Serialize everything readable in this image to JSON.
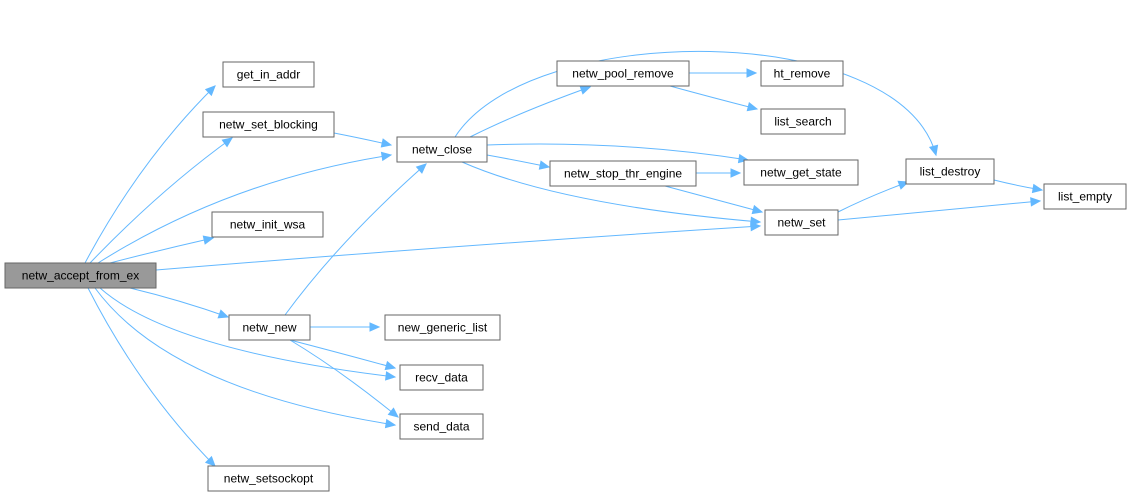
{
  "graph": {
    "colors": {
      "edge": "#63b8ff",
      "node_border": "#666666",
      "root_fill": "#999999",
      "node_fill": "#ffffff"
    },
    "nodes": [
      {
        "id": "netw_accept_from_ex",
        "label": "netw_accept_from_ex",
        "root": true
      },
      {
        "id": "get_in_addr",
        "label": "get_in_addr"
      },
      {
        "id": "netw_set_blocking",
        "label": "netw_set_blocking"
      },
      {
        "id": "netw_init_wsa",
        "label": "netw_init_wsa"
      },
      {
        "id": "netw_new",
        "label": "netw_new"
      },
      {
        "id": "netw_setsockopt",
        "label": "netw_setsockopt"
      },
      {
        "id": "netw_close",
        "label": "netw_close"
      },
      {
        "id": "new_generic_list",
        "label": "new_generic_list"
      },
      {
        "id": "recv_data",
        "label": "recv_data"
      },
      {
        "id": "send_data",
        "label": "send_data"
      },
      {
        "id": "netw_pool_remove",
        "label": "netw_pool_remove"
      },
      {
        "id": "netw_stop_thr_engine",
        "label": "netw_stop_thr_engine"
      },
      {
        "id": "ht_remove",
        "label": "ht_remove"
      },
      {
        "id": "list_search",
        "label": "list_search"
      },
      {
        "id": "netw_get_state",
        "label": "netw_get_state"
      },
      {
        "id": "netw_set",
        "label": "netw_set"
      },
      {
        "id": "list_destroy",
        "label": "list_destroy"
      },
      {
        "id": "list_empty",
        "label": "list_empty"
      }
    ],
    "edges": [
      {
        "from": "netw_accept_from_ex",
        "to": "get_in_addr"
      },
      {
        "from": "netw_accept_from_ex",
        "to": "netw_set_blocking"
      },
      {
        "from": "netw_accept_from_ex",
        "to": "netw_close"
      },
      {
        "from": "netw_accept_from_ex",
        "to": "netw_init_wsa"
      },
      {
        "from": "netw_accept_from_ex",
        "to": "netw_set"
      },
      {
        "from": "netw_accept_from_ex",
        "to": "netw_new"
      },
      {
        "from": "netw_accept_from_ex",
        "to": "recv_data"
      },
      {
        "from": "netw_accept_from_ex",
        "to": "send_data"
      },
      {
        "from": "netw_accept_from_ex",
        "to": "netw_setsockopt"
      },
      {
        "from": "netw_set_blocking",
        "to": "netw_close"
      },
      {
        "from": "netw_new",
        "to": "netw_close"
      },
      {
        "from": "netw_new",
        "to": "new_generic_list"
      },
      {
        "from": "netw_new",
        "to": "recv_data"
      },
      {
        "from": "netw_new",
        "to": "send_data"
      },
      {
        "from": "netw_close",
        "to": "netw_pool_remove"
      },
      {
        "from": "netw_close",
        "to": "list_destroy"
      },
      {
        "from": "netw_close",
        "to": "netw_get_state"
      },
      {
        "from": "netw_close",
        "to": "netw_stop_thr_engine"
      },
      {
        "from": "netw_close",
        "to": "netw_set"
      },
      {
        "from": "netw_pool_remove",
        "to": "ht_remove"
      },
      {
        "from": "netw_pool_remove",
        "to": "list_search"
      },
      {
        "from": "netw_stop_thr_engine",
        "to": "netw_get_state"
      },
      {
        "from": "netw_stop_thr_engine",
        "to": "netw_set"
      },
      {
        "from": "netw_set",
        "to": "list_destroy"
      },
      {
        "from": "netw_set",
        "to": "list_empty"
      },
      {
        "from": "list_destroy",
        "to": "list_empty"
      }
    ]
  }
}
